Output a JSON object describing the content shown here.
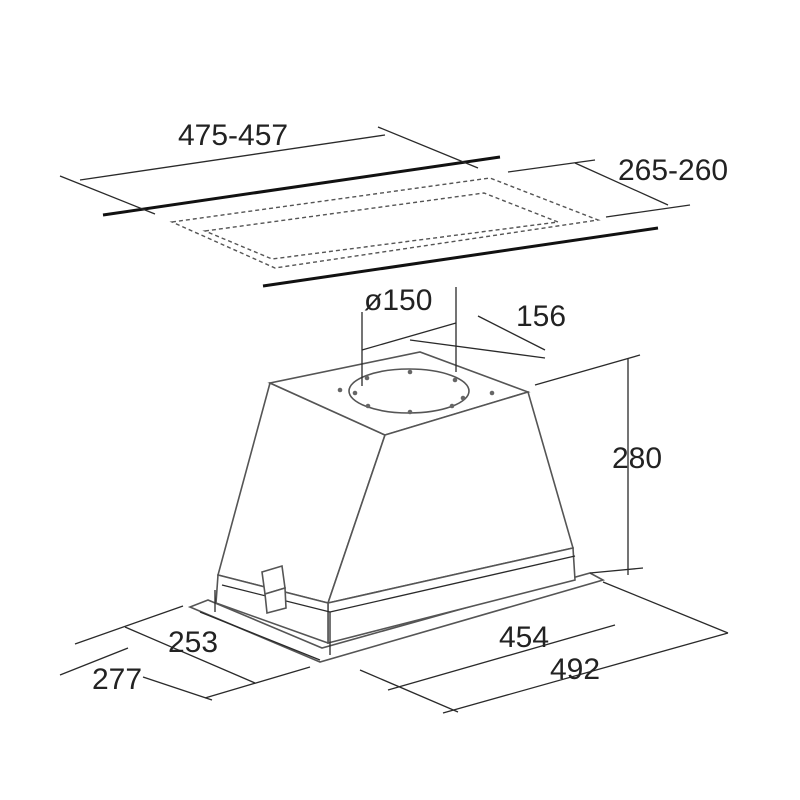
{
  "dimensions": {
    "cutout_width": "475-457",
    "cutout_depth": "265-260",
    "outlet_diameter": "ø150",
    "outlet_offset": "156",
    "height": "280",
    "body_depth": "253",
    "flange_depth": "277",
    "body_width": "454",
    "flange_width": "492"
  }
}
